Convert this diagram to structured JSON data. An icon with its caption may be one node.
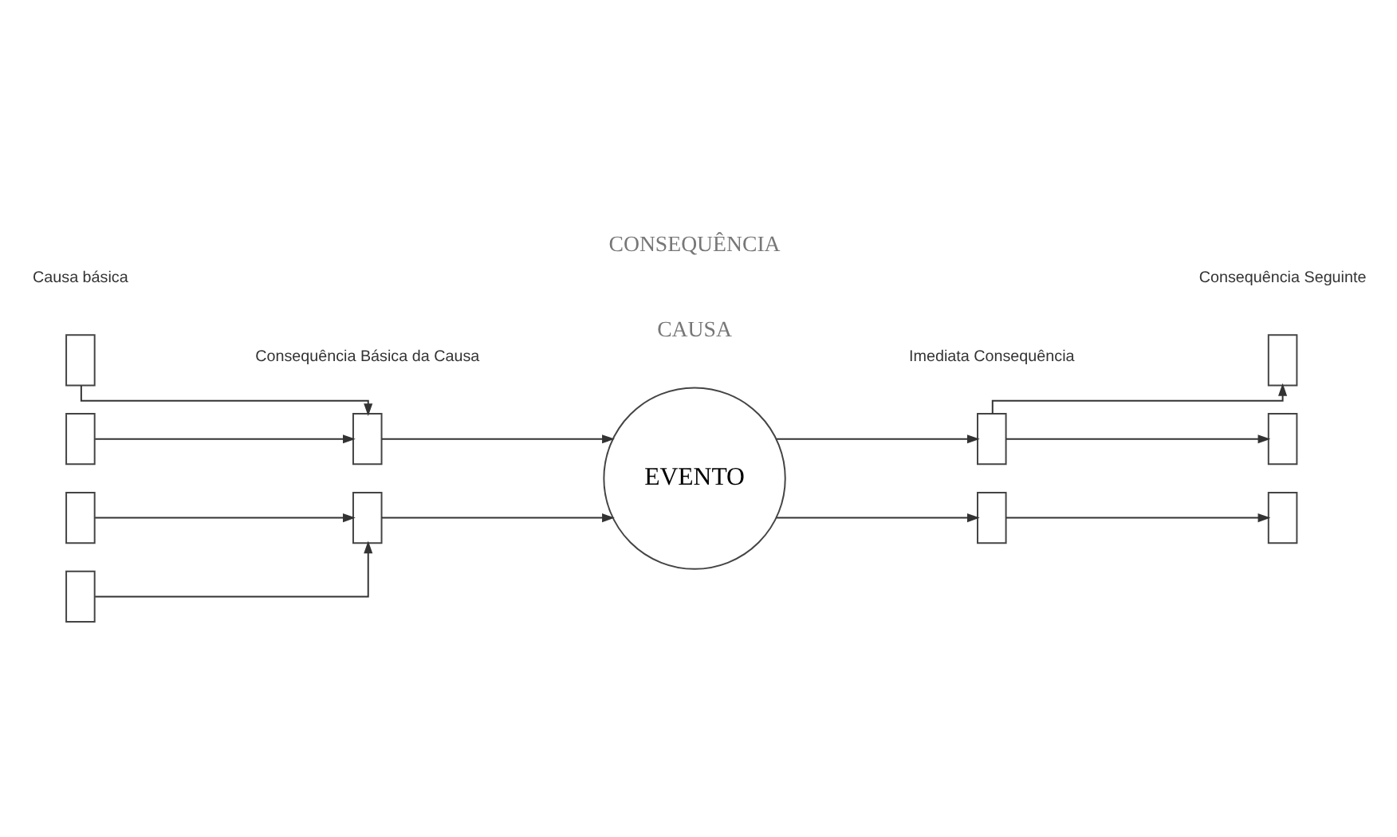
{
  "diagram": {
    "nodes": [
      {
        "text": [],
        "shape": "box"
      },
      {
        "text": [],
        "shape": "box"
      },
      {
        "text": [],
        "shape": "box"
      },
      {
        "text": [],
        "shape": "box"
      },
      {
        "text": [],
        "shape": "box"
      },
      {
        "text": [],
        "shape": "box"
      },
      {
        "text": [
          "EVENTO"
        ]
      },
      {
        "text": [],
        "shape": "box"
      },
      {
        "text": [],
        "shape": "box"
      },
      {
        "text": [],
        "shape": "box"
      },
      {
        "text": [],
        "shape": "box"
      },
      {
        "text": [],
        "shape": "box"
      }
    ],
    "edges": [
      {
        "from": 0,
        "to": 4,
        "arrow": "to"
      },
      {
        "from": 1,
        "to": 4,
        "arrow": "to"
      },
      {
        "from": 2,
        "to": 5,
        "arrow": "to"
      },
      {
        "from": 3,
        "to": 5,
        "arrow": "to"
      },
      {
        "from": 4,
        "to": 6,
        "arrow": "to"
      },
      {
        "from": 5,
        "to": 6,
        "arrow": "to"
      },
      {
        "from": 6,
        "to": 7,
        "arrow": "to"
      },
      {
        "from": 6,
        "to": 8,
        "arrow": "to"
      },
      {
        "from": 7,
        "to": 9,
        "arrow": "to"
      },
      {
        "from": 7,
        "to": 10,
        "arrow": "to"
      },
      {
        "from": 8,
        "to": 11,
        "arrow": "to"
      }
    ],
    "labels": [
      "CAUSA",
      "CONSEQUÊNCIA",
      "Causa básica",
      "Consequência Básica da Causa",
      "Imediata Consequência",
      "Consequência Seguinte"
    ]
  }
}
